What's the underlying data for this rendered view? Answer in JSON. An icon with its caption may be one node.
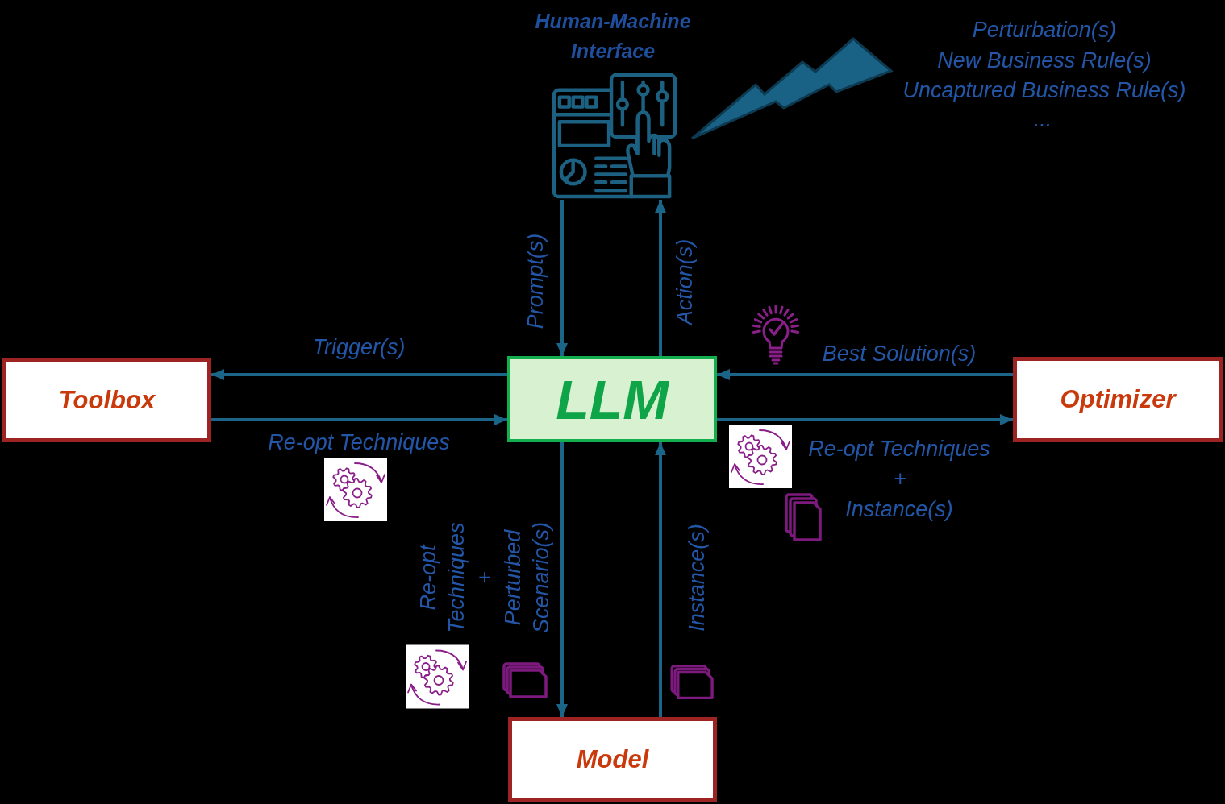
{
  "diagram": {
    "nodes": [
      {
        "text": [
          "Human-Machine Interface"
        ]
      },
      {
        "text": [
          "Toolbox"
        ]
      },
      {
        "text": [
          "LLM"
        ]
      },
      {
        "text": [
          "Optimizer"
        ]
      },
      {
        "text": [
          "Model"
        ]
      },
      {
        "text": [],
        "shape": "lightning",
        "beside": [
          "Perturbation(s)",
          "New Business Rule(s)",
          "Uncaptured Business Rule(s)",
          "..."
        ]
      }
    ],
    "edges": [
      {
        "from": 2,
        "to": 1,
        "arrow": "to",
        "label": "Trigger(s)"
      },
      {
        "from": 1,
        "to": 2,
        "arrow": "to",
        "label": "Re-opt Techniques"
      },
      {
        "from": 3,
        "to": 2,
        "arrow": "to",
        "label": "Best Solution(s)"
      },
      {
        "from": 2,
        "to": 3,
        "arrow": "to",
        "label": "Re-opt Techniques"
      },
      {
        "from": 0,
        "to": 2,
        "arrow": "to",
        "label": "Prompt(s)"
      },
      {
        "from": 2,
        "to": 0,
        "arrow": "to",
        "label": "Action(s)"
      },
      {
        "from": 2,
        "to": 4,
        "arrow": "to",
        "label": "Re-opt Techniques + Perturbed Scenario(s)"
      },
      {
        "from": 4,
        "to": 2,
        "arrow": "to",
        "label": "Instance(s)"
      }
    ],
    "labels": [
      "+",
      "Instance(s)"
    ]
  }
}
